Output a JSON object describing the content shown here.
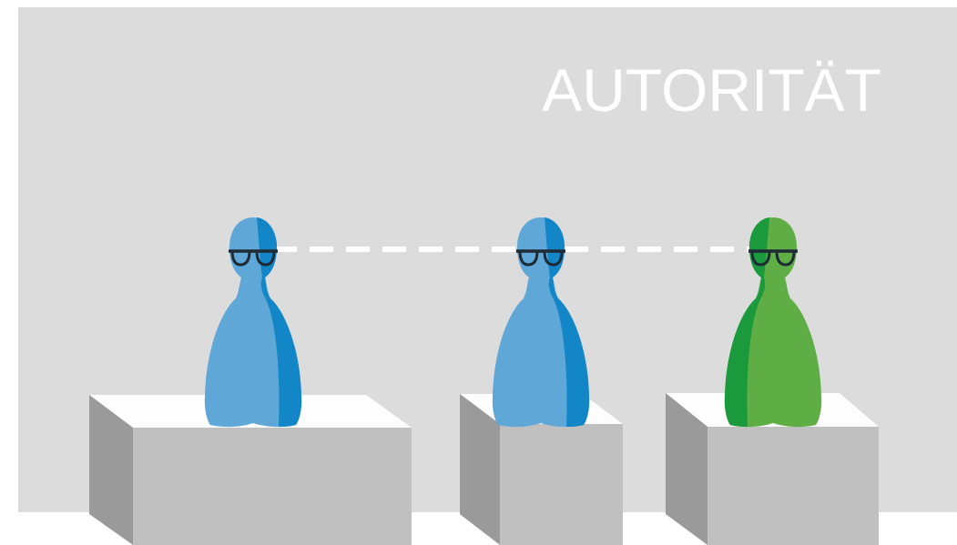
{
  "title": "AUTORITÄT",
  "colors": {
    "background_panel": "#dcdcdc",
    "page_background": "#ffffff",
    "box_top": "#fdfdfd",
    "box_front": "#c0c0c0",
    "box_side": "#9a9a9a",
    "figure_blue_light": "#5ea7d6",
    "figure_blue_dark": "#1286c6",
    "figure_green_light": "#5fae45",
    "figure_green_dark": "#1a9a3c",
    "glasses": "#1e2a35",
    "gaze_line": "#ffffff"
  },
  "figures": [
    {
      "name": "figure-left",
      "variant": "blue",
      "has_glasses": true
    },
    {
      "name": "figure-middle",
      "variant": "blue",
      "has_glasses": true
    },
    {
      "name": "figure-right",
      "variant": "green",
      "has_glasses": true
    }
  ],
  "pedestals": [
    {
      "name": "pedestal-left",
      "size": "large"
    },
    {
      "name": "pedestal-middle",
      "size": "small"
    },
    {
      "name": "pedestal-right",
      "size": "medium"
    }
  ],
  "icons": [
    "glasses-icon",
    "gaze-line"
  ]
}
